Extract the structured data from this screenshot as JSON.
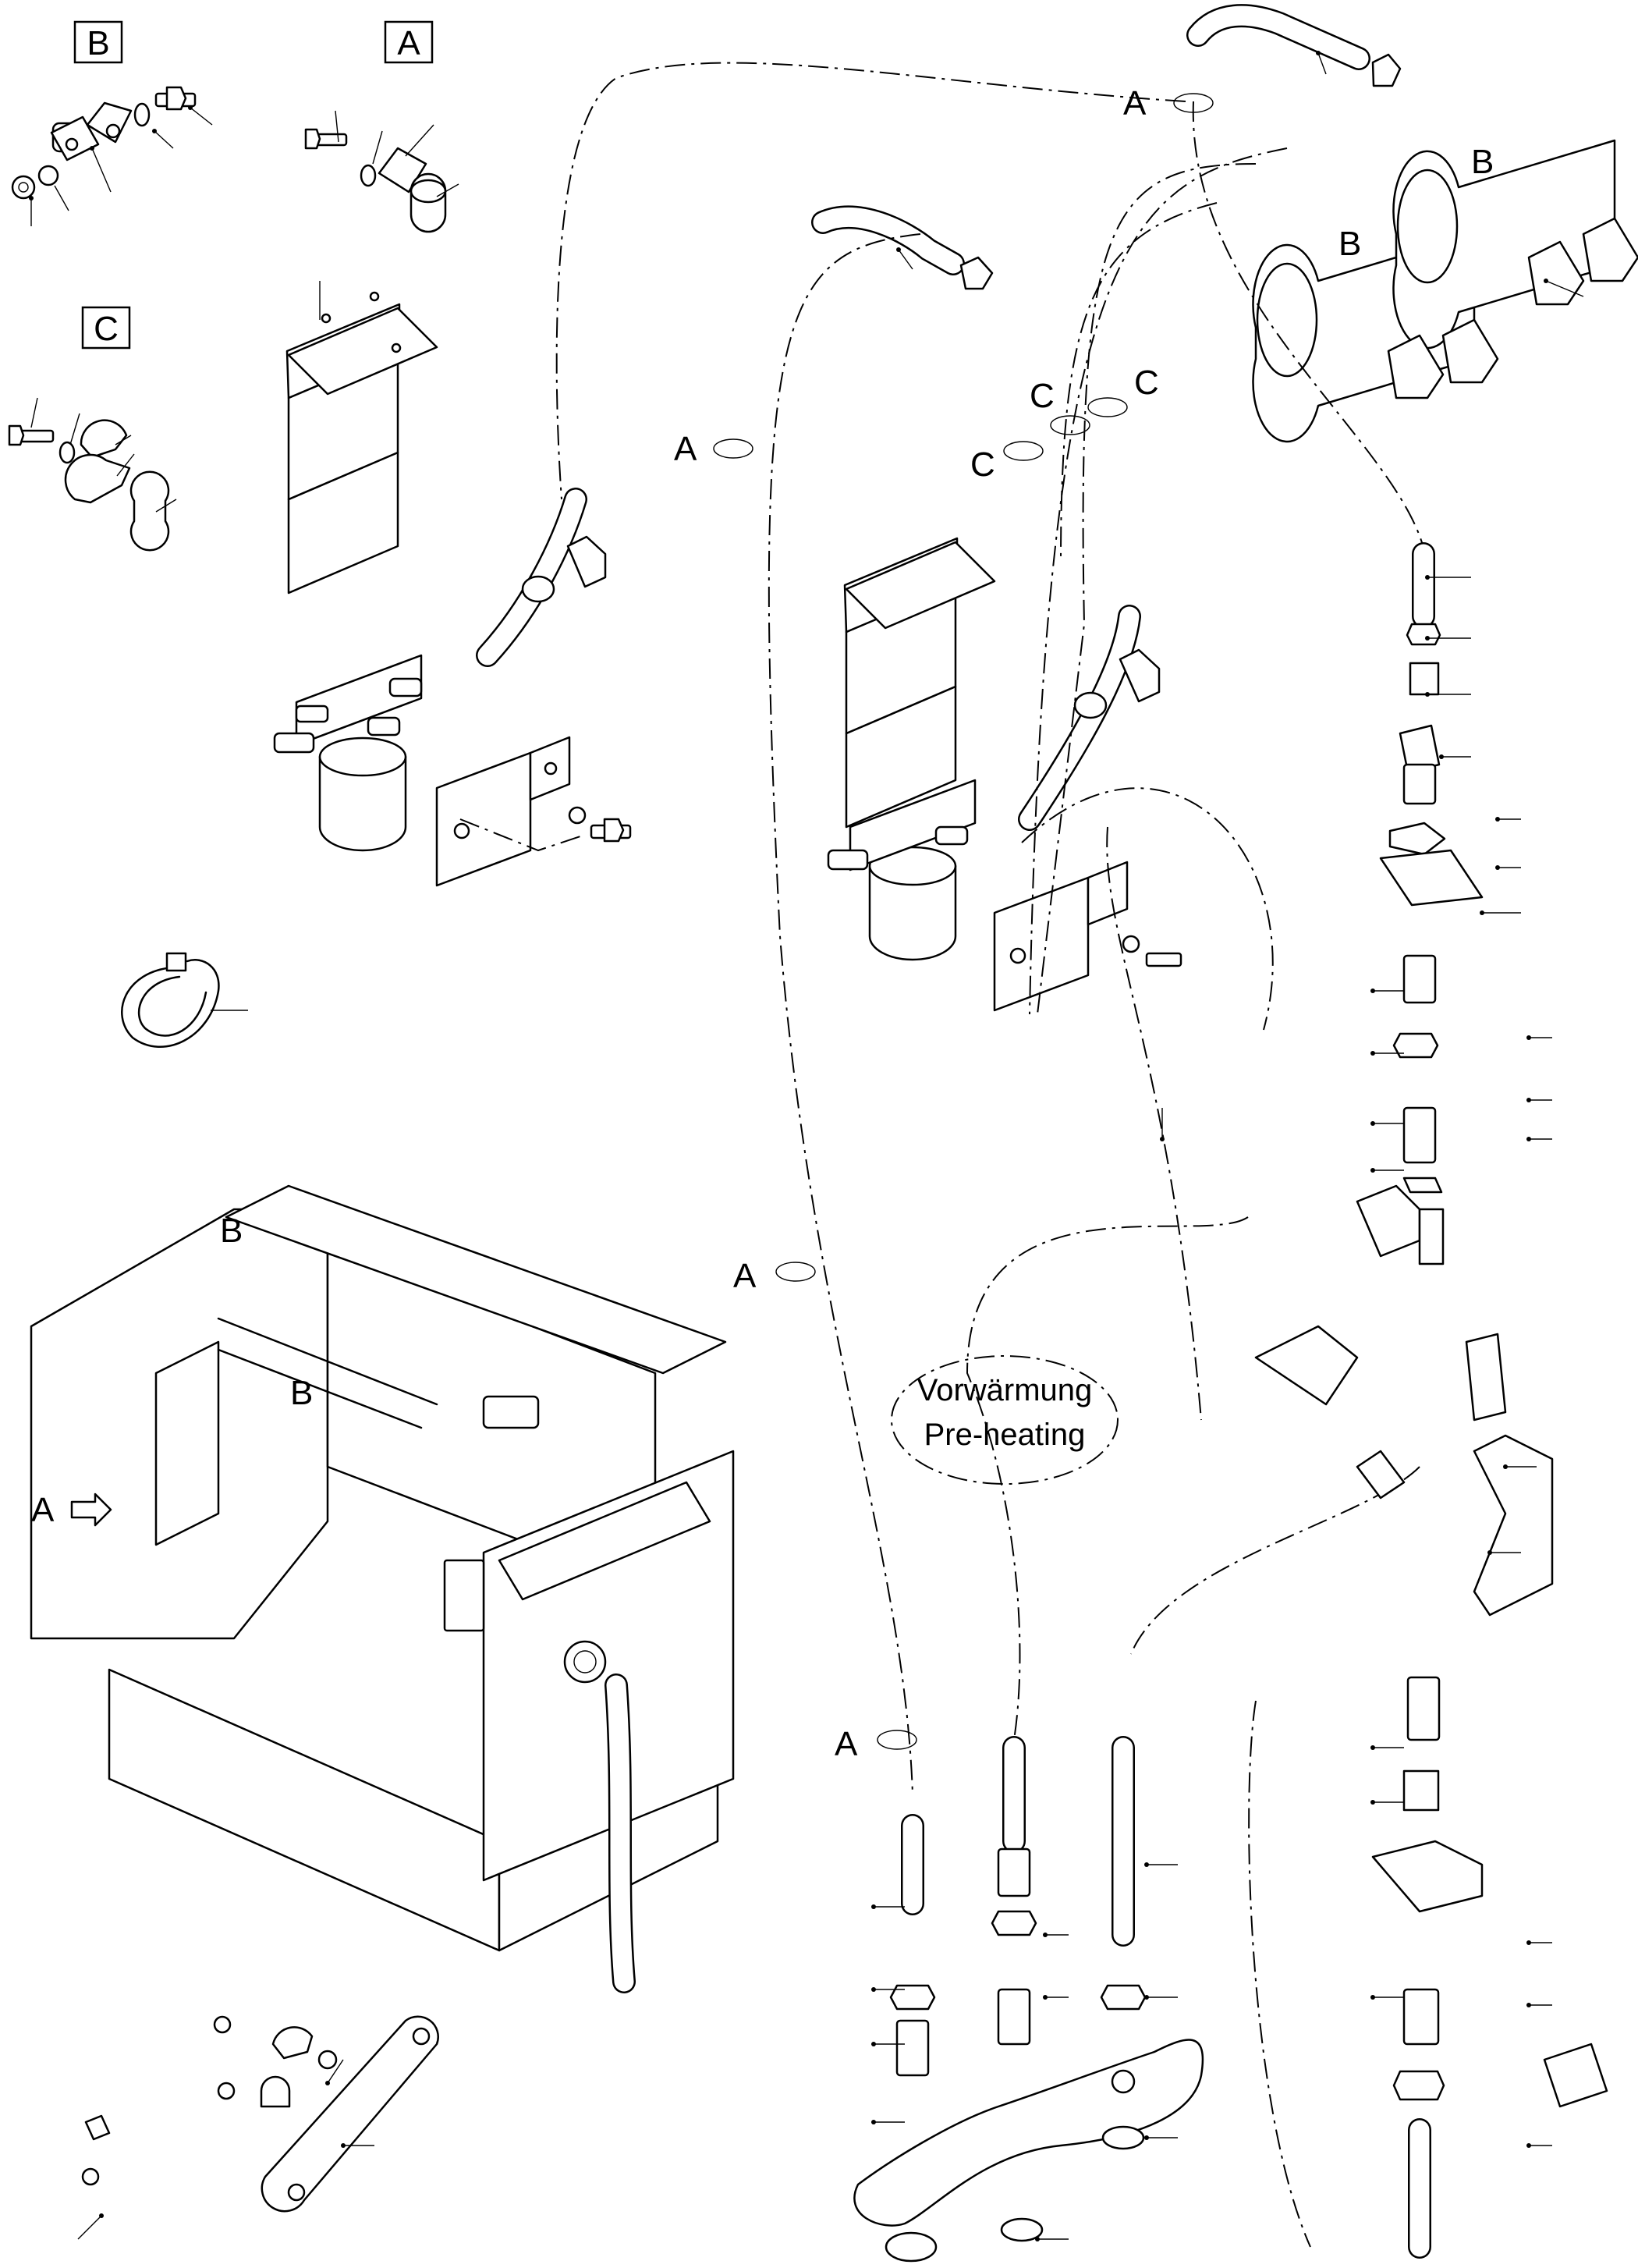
{
  "detail_boxes": [
    "B",
    "A",
    "C"
  ],
  "callouts": {
    "a": "A",
    "b": "B",
    "c": "C"
  },
  "preheating": {
    "line1": "Vorwärmung",
    "line2": "Pre-heating"
  }
}
